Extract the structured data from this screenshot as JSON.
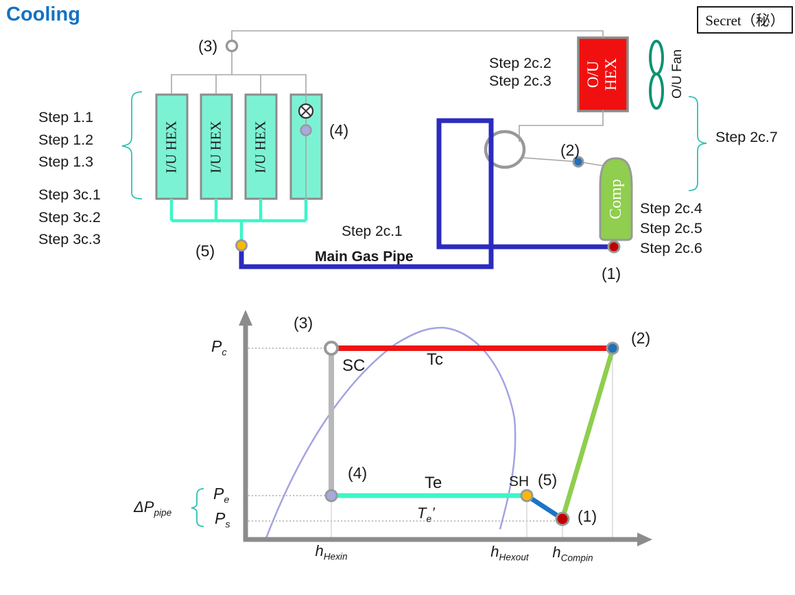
{
  "title": "Cooling",
  "stamp": "Secret（秘）",
  "colors": {
    "title_blue": "#1472C4",
    "hex_unit_fill": "#7CF2D4",
    "unit_border_gray": "#8C8C8C",
    "cyan_pipe": "#3DF5C8",
    "main_pipe_blue": "#2B2BBF",
    "ou_hex_red": "#F01010",
    "comp_green": "#8FCE4E",
    "fan_green": "#0B9373",
    "brace_teal": "#2EC0B0",
    "saturation_curve_lavender": "#A3A3E3",
    "condensing_line_red": "#EE1414",
    "evaporating_line_cyan": "#3DF5C8",
    "compression_line_green": "#8FCE4E",
    "pipe_drop_line_blue": "#1B74C5",
    "subcool_line_gray": "#B8B8B8",
    "node1_red": "#C00000",
    "node2_blue": "#1F71B8",
    "node4_lavender": "#A9A9E0",
    "node5_amber": "#FFB800"
  },
  "schematic": {
    "iu_hex_label": "I/U HEX",
    "ou_hex": {
      "line1": "O/U",
      "line2": "HEX"
    },
    "ou_fan_label": "O/U Fan",
    "comp_label": "Comp",
    "main_pipe_label": "Main Gas Pipe",
    "step_pipe": "Step 2c.1",
    "step_fan": "Step 2c.7",
    "steps_left_top": [
      "Step 1.1",
      "Step 1.2",
      "Step 1.3"
    ],
    "steps_left_bottom": [
      "Step 3c.1",
      "Step 3c.2",
      "Step 3c.3"
    ],
    "steps_ou_hex": [
      "Step 2c.2",
      "Step 2c.3"
    ],
    "steps_comp": [
      "Step 2c.4",
      "Step 2c.5",
      "Step 2c.6"
    ],
    "nodes": {
      "n1": "(1)",
      "n2": "(2)",
      "n3": "(3)",
      "n4": "(4)",
      "n5": "(5)"
    }
  },
  "chart": {
    "nodes": {
      "n1": "(1)",
      "n2": "(2)",
      "n3": "(3)",
      "n4": "(4)",
      "n5": "(5)"
    },
    "labels": {
      "sc": "SC",
      "tc": "Tc",
      "te": "Te",
      "sh": "SH"
    },
    "te_prime": {
      "base": "T",
      "sub": "e",
      "prime": "’"
    },
    "y_axis": {
      "pc": {
        "base": "P",
        "sub": "c"
      },
      "pe": {
        "base": "P",
        "sub": "e"
      },
      "ps": {
        "base": "P",
        "sub": "s"
      }
    },
    "dp_pipe": {
      "base": "ΔP",
      "sub": "pipe"
    },
    "x_axis": {
      "h_hexin": {
        "base": "h",
        "sub": "Hexin"
      },
      "h_hexout": {
        "base": "h",
        "sub": "Hexout"
      },
      "h_compin": {
        "base": "h",
        "sub": "Compin"
      }
    }
  }
}
